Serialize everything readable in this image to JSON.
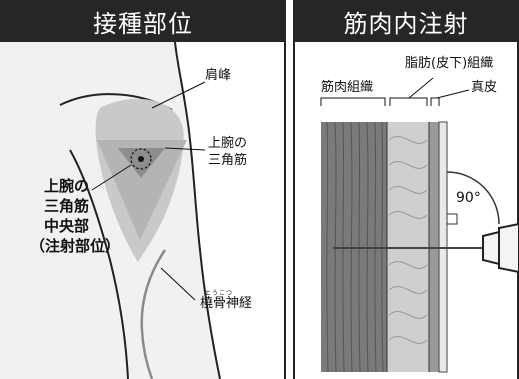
{
  "left_panel": {
    "title": "接種部位",
    "labels": {
      "acromion": "肩峰",
      "deltoid_line1": "上腕の",
      "deltoid_line2": "三角筋",
      "site_line1": "上腕の",
      "site_line2": "三角筋",
      "site_line3": "中央部",
      "site_line4": "（注射部位）",
      "radial_nerve_ruby": "とうこつ",
      "radial_nerve": "橈骨神経"
    }
  },
  "right_panel": {
    "title": "筋肉内注射",
    "labels": {
      "muscle_tissue": "筋肉組織",
      "fat_tissue": "脂肪(皮下)組織",
      "dermis": "真皮",
      "angle": "90°"
    }
  },
  "colors": {
    "title_bar": "#262626",
    "arm_fill": "#f1f1f1",
    "deltoid": "#c9c9c9",
    "target": "#8d8d8d",
    "muscle": "#7a7a7a",
    "fat": "#cfcfcf",
    "dermis": "#9a9a9a"
  }
}
